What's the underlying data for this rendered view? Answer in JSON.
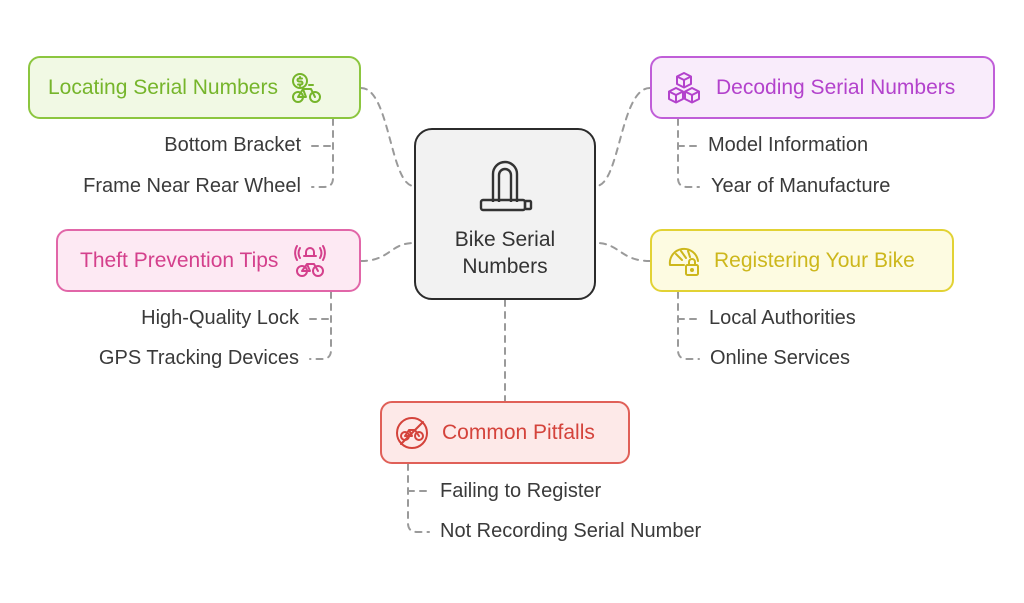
{
  "center": {
    "label": "Bike Serial Numbers",
    "line1": "Bike Serial",
    "line2": "Numbers",
    "icon": "u-lock-icon"
  },
  "branches": {
    "locating": {
      "title": "Locating Serial Numbers",
      "icon": "bike-search-icon",
      "color": "#8cc63f",
      "items": [
        "Bottom Bracket",
        "Frame Near Rear Wheel"
      ]
    },
    "decoding": {
      "title": "Decoding Serial Numbers",
      "icon": "cubes-icon",
      "color": "#c05ed8",
      "items": [
        "Model Information",
        "Year of Manufacture"
      ]
    },
    "theft": {
      "title": "Theft Prevention Tips",
      "icon": "bike-alarm-icon",
      "color": "#e166a8",
      "items": [
        "High-Quality Lock",
        "GPS Tracking Devices"
      ]
    },
    "register": {
      "title": "Registering Your Bike",
      "icon": "helmet-lock-icon",
      "color": "#e2d234",
      "items": [
        "Local Authorities",
        "Online Services"
      ]
    },
    "pitfalls": {
      "title": "Common Pitfalls",
      "icon": "no-bike-icon",
      "color": "#e06058",
      "items": [
        "Failing to Register",
        "Not Recording Serial Number"
      ]
    }
  }
}
